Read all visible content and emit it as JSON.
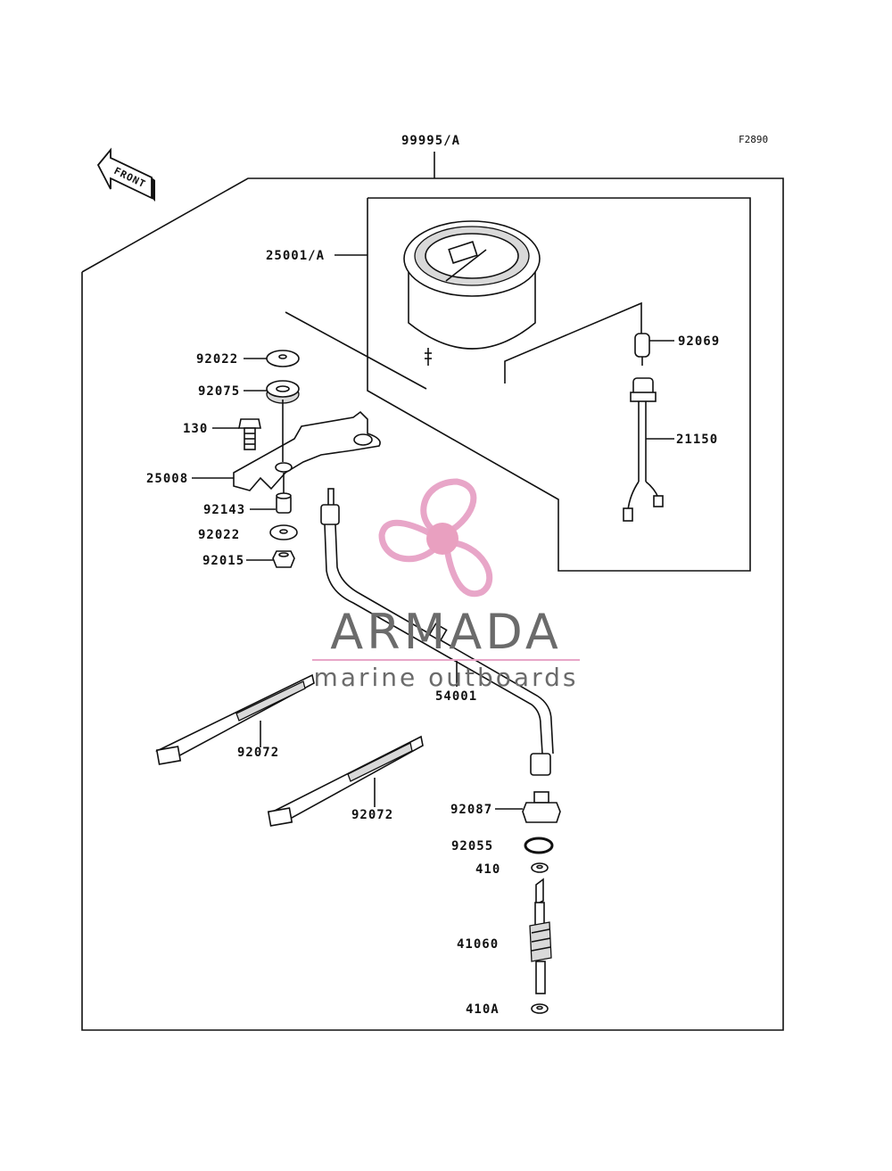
{
  "figure_code": "F2890",
  "front_arrow_label": "FRONT",
  "callouts": {
    "kit": "99995/A",
    "meter": "25001/A",
    "washer_top": "92022",
    "grommet": "92075",
    "bolt": "130",
    "bracket": "25008",
    "collar": "92143",
    "washer_bottom": "92022",
    "nut": "92015",
    "bulb": "92069",
    "socket": "21150",
    "cable": "54001",
    "band_left": "92072",
    "band_right": "92072",
    "fitting": "92087",
    "oring": "92055",
    "washer_410": "410",
    "gear": "41060",
    "washer_410a": "410A"
  },
  "watermark": {
    "brand": "ARMADA",
    "tagline": "marine outboards",
    "logo_color": "#e8a6c8",
    "logo_hub_color": "#e9a0c0",
    "text_color": "#6b6b6b"
  }
}
